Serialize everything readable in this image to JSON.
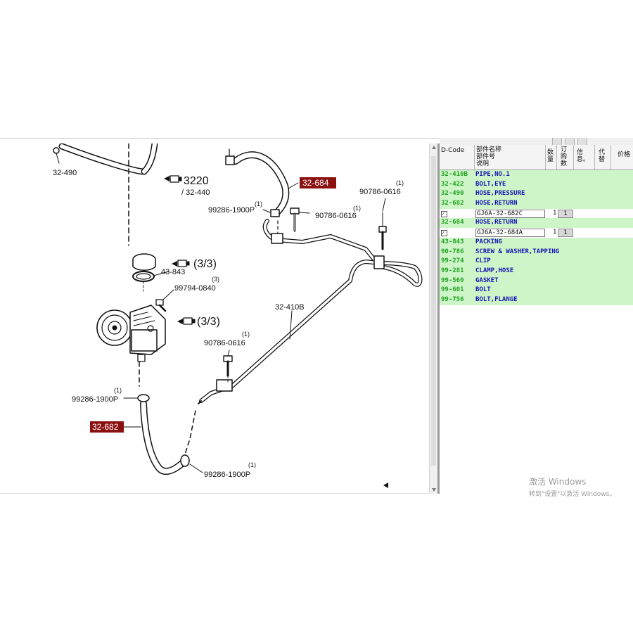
{
  "diagram": {
    "labels": {
      "l_32_490": "32-490",
      "l_3220": "3220",
      "l_32_440": "/ 32-440",
      "l_32_684": "32-684",
      "l_99286_top": "99286-1900P",
      "l_99286_top_q": "(1)",
      "l_90786_mid": "90786-0616",
      "l_90786_mid_q": "(1)",
      "l_90786_right": "90786-0616",
      "l_90786_right_q": "(1)",
      "l_33_a": "(3/3)",
      "l_43_843": "43-843",
      "l_99794": "99794-0840",
      "l_99794_q": "(3)",
      "l_33_b": "(3/3)",
      "l_32_410b": "32-410B",
      "l_90786_low": "90786-0616",
      "l_90786_low_q": "(1)",
      "l_99286_mid": "99286-1900P",
      "l_99286_mid_q": "(1)",
      "l_32_682": "32-682",
      "l_99286_bot": "99286-1900P",
      "l_99286_bot_q": "(1)"
    },
    "highlight_color": "#8b1010"
  },
  "parts_panel": {
    "headers": {
      "dcode": "D-Code",
      "name_l1": "部件名称",
      "name_l2": "部件号",
      "name_l3": "说明",
      "qty_l1": "数",
      "qty_l2": "量",
      "order_l1": "订",
      "order_l2": "购",
      "order_l3": "数",
      "info_l1": "信",
      "info_l2": "息。",
      "sub_l1": "代",
      "sub_l2": "替",
      "price": "价格"
    },
    "rows": [
      {
        "type": "part",
        "code": "32-410B",
        "desc": "PIPE,NO.1"
      },
      {
        "type": "part",
        "code": "32-422",
        "desc": "BOLT,EYE"
      },
      {
        "type": "part",
        "code": "32-490",
        "desc": "HOSE,PRESSURE"
      },
      {
        "type": "part",
        "code": "32-682",
        "desc": "HOSE,RETURN"
      },
      {
        "type": "sub",
        "check": "✓",
        "partno": "GJ6A-32-682C",
        "qty": "1",
        "order": "1"
      },
      {
        "type": "part",
        "code": "32-684",
        "desc": "HOSE,RETURN"
      },
      {
        "type": "sub",
        "check": "✓",
        "partno": "GJ6A-32-684A",
        "qty": "1",
        "order": "1"
      },
      {
        "type": "part",
        "code": "43-843",
        "desc": "PACKING"
      },
      {
        "type": "part",
        "code": "90-786",
        "desc": "SCREW & WASHER,TAPPING"
      },
      {
        "type": "part",
        "code": "99-274",
        "desc": "CLIP"
      },
      {
        "type": "part",
        "code": "99-281",
        "desc": "CLAMP,HOSE"
      },
      {
        "type": "part",
        "code": "99-560",
        "desc": "GASKET"
      },
      {
        "type": "part",
        "code": "99-601",
        "desc": "BOLT"
      },
      {
        "type": "part",
        "code": "99-756",
        "desc": "BOLT,FLANGE"
      }
    ],
    "colors": {
      "row_bg": "#cef5c8",
      "code": "#1fa31f",
      "desc": "#1414b4"
    }
  },
  "watermark": {
    "line1": "激活 Windows",
    "line2": "转到\"设置\"以激活 Windows。"
  }
}
